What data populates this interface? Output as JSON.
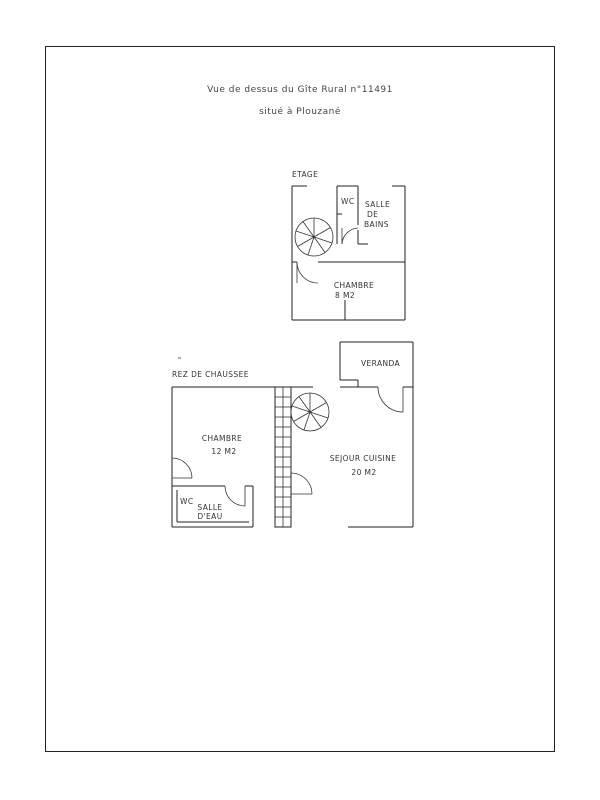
{
  "title": {
    "line1": "Vue de dessus du Gîte Rural n°11491",
    "line2": "situé à Plouzané"
  },
  "upper_floor": {
    "name": "ETAGE",
    "wc": "WC",
    "bathroom_line1": "SALLE",
    "bathroom_line2": "DE",
    "bathroom_line3": "BAINS",
    "bedroom": "CHAMBRE",
    "bedroom_area": "8  M2"
  },
  "ground_floor": {
    "name": "REZ DE CHAUSSEE",
    "veranda": "VERANDA",
    "bedroom": "CHAMBRE",
    "bedroom_area": "12  M2",
    "living": "SEJOUR CUISINE",
    "living_area": "20  M2",
    "wc": "WC",
    "shower_line1": "SALLE",
    "shower_line2": "D'EAU"
  },
  "stroke_color": "#222222"
}
